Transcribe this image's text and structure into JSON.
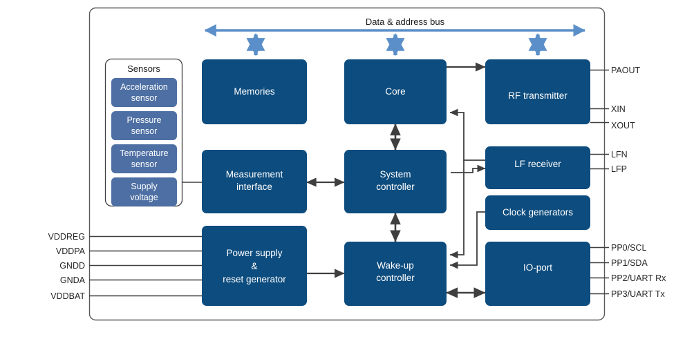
{
  "diagram": {
    "title": "Data & address bus",
    "colors": {
      "block_fill": "#0d4c7e",
      "sensor_fill": "#4d6fa3",
      "bus_arrow": "#5b8fc9",
      "connector": "#3f3f3f",
      "frame_border": "#595959",
      "text_light": "#ffffff",
      "text_dark": "#262626",
      "background": "#ffffff"
    },
    "bus": {
      "label": "Data & address bus"
    },
    "sensors_group": {
      "title": "Sensors",
      "items": [
        {
          "label": "Acceleration sensor",
          "line1": "Acceleration",
          "line2": "sensor"
        },
        {
          "label": "Pressure sensor",
          "line1": "Pressure",
          "line2": "sensor"
        },
        {
          "label": "Temperature sensor",
          "line1": "Temperature",
          "line2": "sensor"
        },
        {
          "label": "Supply voltage",
          "line1": "Supply",
          "line2": "voltage"
        }
      ]
    },
    "blocks": [
      {
        "id": "memories",
        "label": "Memories",
        "line1": "Memories",
        "line2": "",
        "line3": ""
      },
      {
        "id": "core",
        "label": "Core",
        "line1": "Core",
        "line2": "",
        "line3": ""
      },
      {
        "id": "rf-transmitter",
        "label": "RF transmitter",
        "line1": "RF transmitter",
        "line2": "",
        "line3": ""
      },
      {
        "id": "measurement-interface",
        "label": "Measurement interface",
        "line1": "Measurement",
        "line2": "interface",
        "line3": ""
      },
      {
        "id": "system-controller",
        "label": "System controller",
        "line1": "System",
        "line2": "controller",
        "line3": ""
      },
      {
        "id": "lf-receiver",
        "label": "LF receiver",
        "line1": "LF receiver",
        "line2": "",
        "line3": ""
      },
      {
        "id": "clock-generators",
        "label": "Clock generators",
        "line1": "Clock generators",
        "line2": "",
        "line3": ""
      },
      {
        "id": "power-supply",
        "label": "Power supply & reset generator",
        "line1": "Power supply",
        "line2": "&",
        "line3": "reset generator"
      },
      {
        "id": "wakeup-controller",
        "label": "Wake-up controller",
        "line1": "Wake-up",
        "line2": "controller",
        "line3": ""
      },
      {
        "id": "io-port",
        "label": "IO-port",
        "line1": "IO-port",
        "line2": "",
        "line3": ""
      }
    ],
    "pins_left": [
      {
        "label": "VDDREG"
      },
      {
        "label": "VDDPA"
      },
      {
        "label": "GNDD"
      },
      {
        "label": "GNDA"
      },
      {
        "label": "VDDBAT"
      }
    ],
    "pins_right": [
      {
        "label": "PAOUT"
      },
      {
        "label": "XIN"
      },
      {
        "label": "XOUT"
      },
      {
        "label": "LFN"
      },
      {
        "label": "LFP"
      },
      {
        "label": "PP0/SCL"
      },
      {
        "label": "PP1/SDA"
      },
      {
        "label": "PP2/UART Rx"
      },
      {
        "label": "PP3/UART Tx"
      }
    ]
  }
}
